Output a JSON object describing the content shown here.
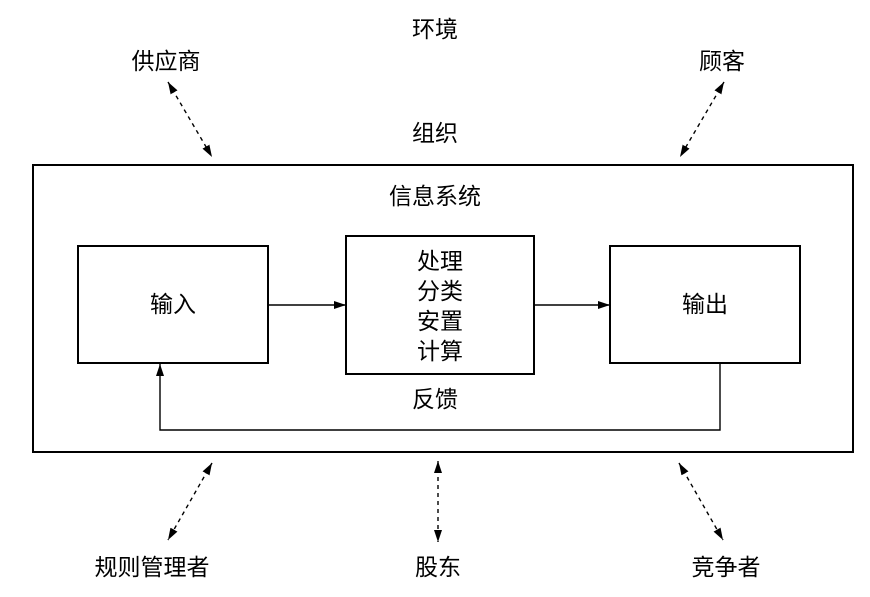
{
  "environment": {
    "label": "环境"
  },
  "external_entities": {
    "suppliers": "供应商",
    "customers": "顾客",
    "regulators": "规则管理者",
    "shareholders": "股东",
    "competitors": "竞争者"
  },
  "organization": {
    "label": "组织"
  },
  "information_system": {
    "label": "信息系统",
    "input": "输入",
    "processing": [
      "处理",
      "分类",
      "安置",
      "计算"
    ],
    "output": "输出",
    "feedback": "反馈"
  }
}
